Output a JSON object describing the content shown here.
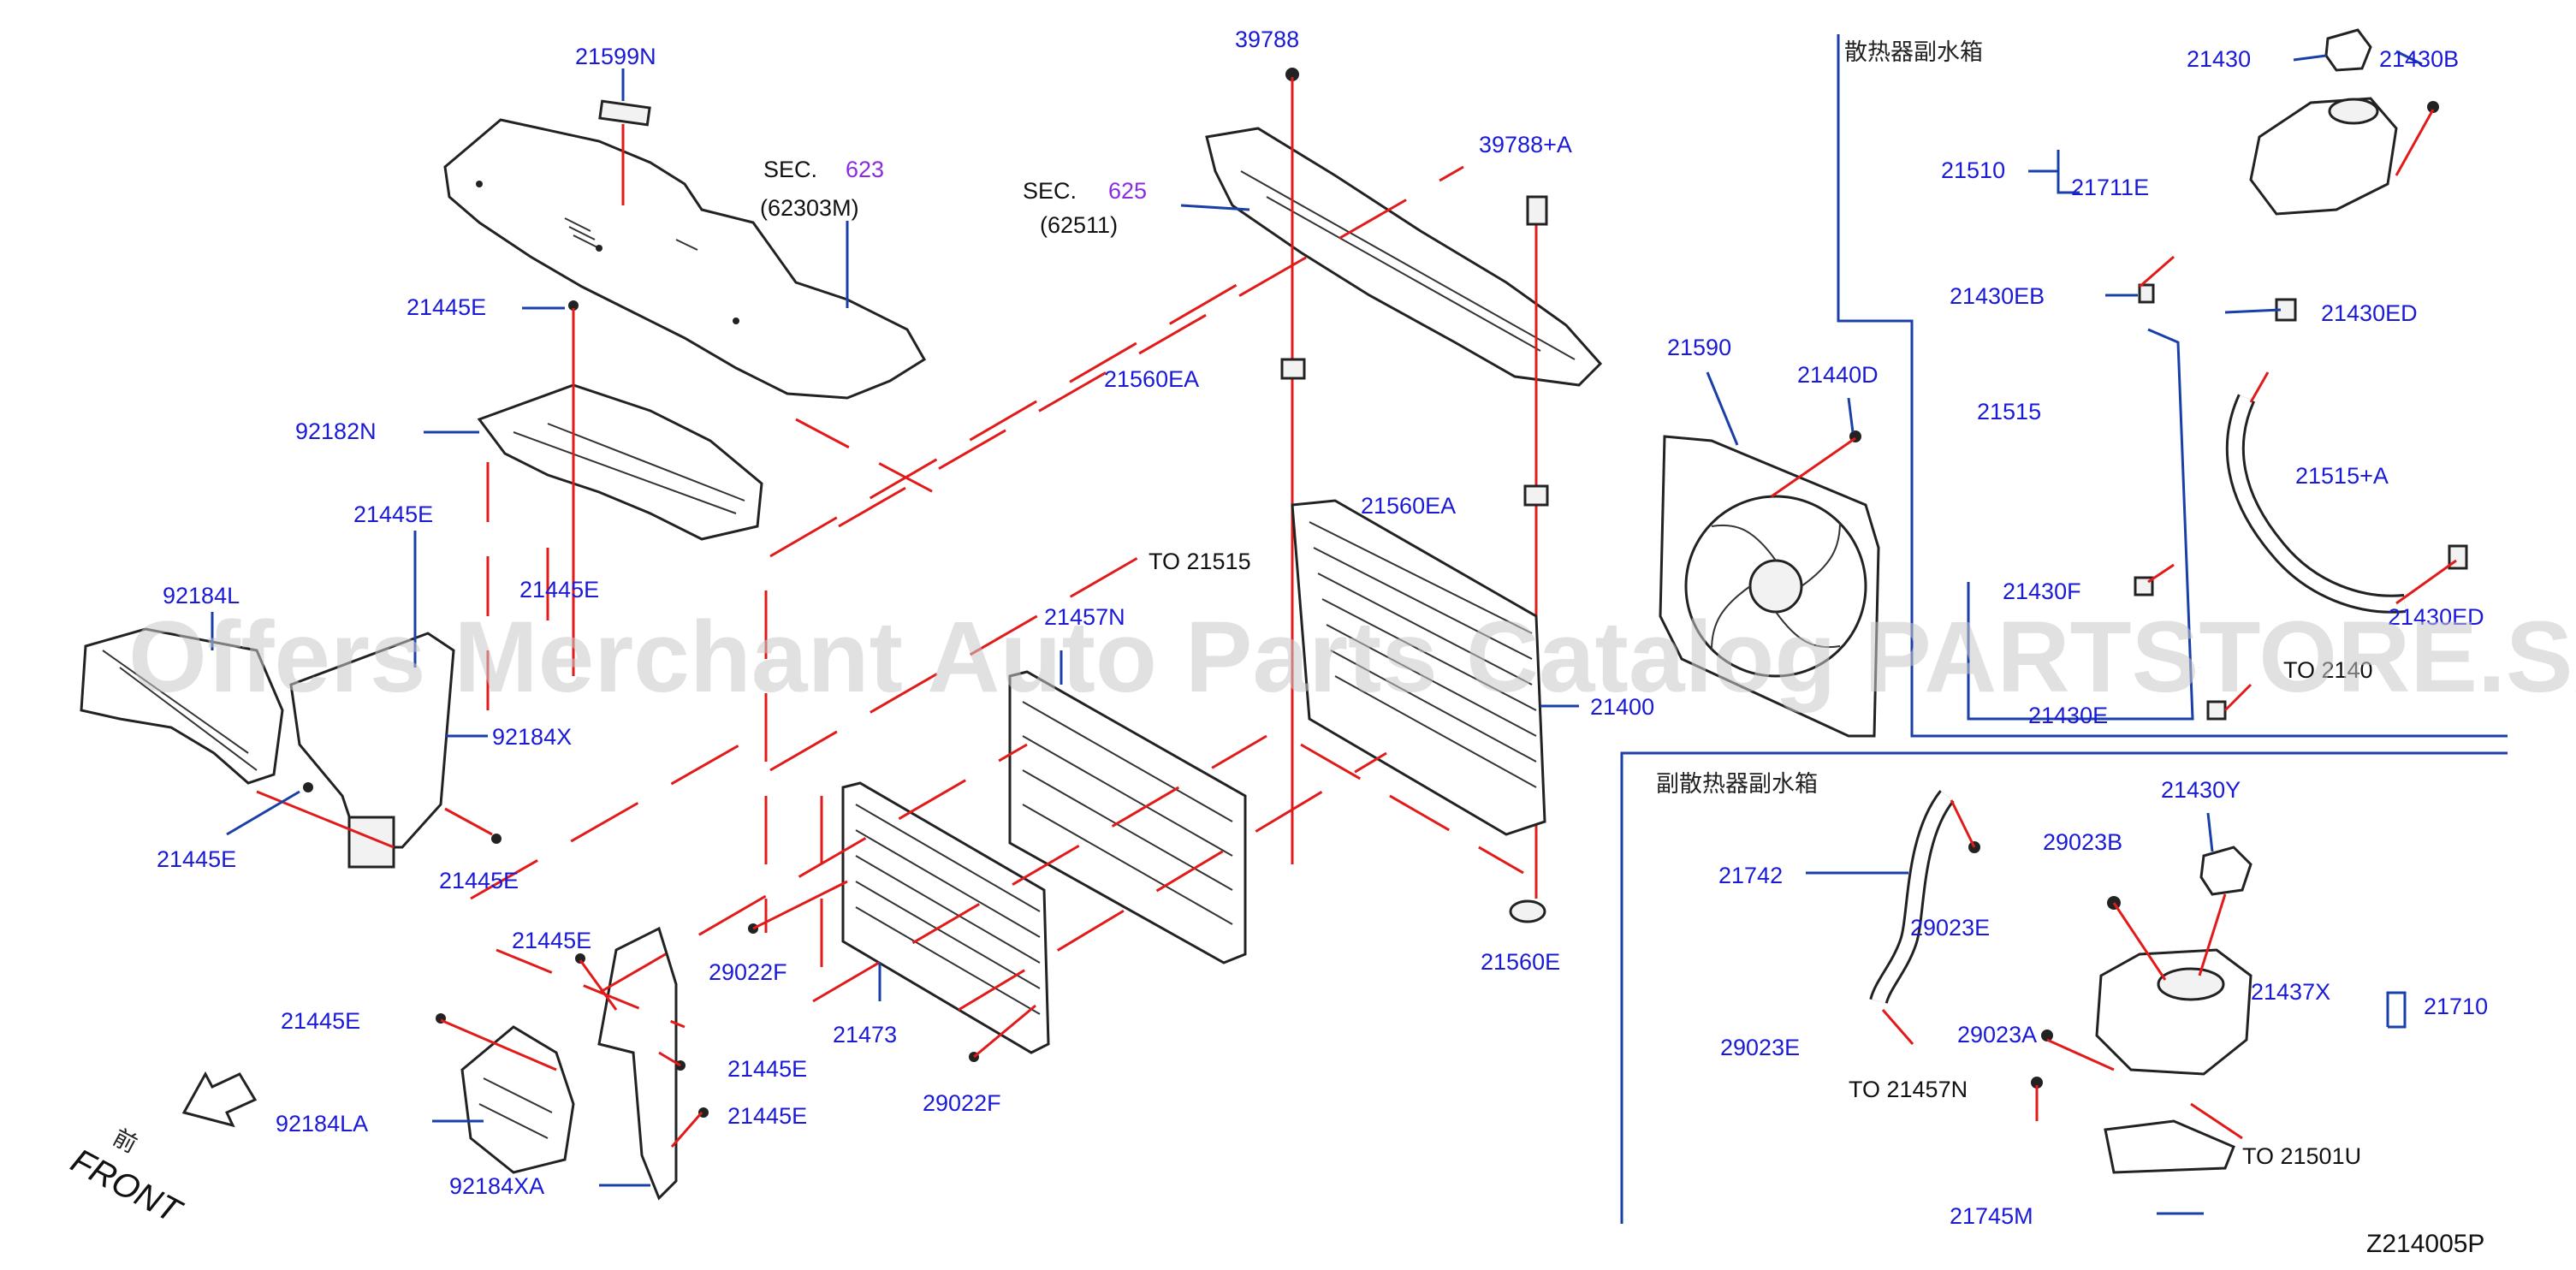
{
  "diagram": {
    "code": "Z214005P",
    "watermark": "Offers Merchant Auto Parts Catalog PARTSTORE.SA",
    "front_char": "前",
    "front_label": "FRONT",
    "sections": {
      "main_tank": "散热器副水箱",
      "sub_tank": "副散热器副水箱"
    },
    "sec_refs": [
      {
        "prefix": "SEC.",
        "number": "623",
        "sub": "(62303M)"
      },
      {
        "prefix": "SEC.",
        "number": "625",
        "sub": "(62511)"
      }
    ],
    "parts": {
      "p21599N": "21599N",
      "p21445E_a": "21445E",
      "p92182N": "92182N",
      "p21445E_b": "21445E",
      "p21445E_c": "21445E",
      "p92184L": "92184L",
      "p92184X": "92184X",
      "p21445E_d": "21445E",
      "p21445E_e": "21445E",
      "p21445E_f": "21445E",
      "p21445E_g": "21445E",
      "p92184LA": "92184LA",
      "p21445E_h": "21445E",
      "p21445E_i": "21445E",
      "p92184XA": "92184XA",
      "p39788": "39788",
      "p39788A": "39788+A",
      "p21560EA_a": "21560EA",
      "p21560EA_b": "21560EA",
      "p21457N": "21457N",
      "p21400": "21400",
      "p29022F_a": "29022F",
      "p21473": "21473",
      "p29022F_b": "29022F",
      "p21560E": "21560E",
      "p21590": "21590",
      "p21440D": "21440D",
      "p21430": "21430",
      "p21430B": "21430B",
      "p21510": "21510",
      "p21711E": "21711E",
      "p21430EB": "21430EB",
      "p21430ED_a": "21430ED",
      "p21515": "21515",
      "p21515A": "21515+A",
      "p21430F": "21430F",
      "p21430ED_b": "21430ED",
      "p21430E": "21430E",
      "p21742": "21742",
      "p29023B": "29023B",
      "p29023E_a": "29023E",
      "p21430Y": "21430Y",
      "p21437X": "21437X",
      "p21710": "21710",
      "p29023A": "29023A",
      "p29023E_b": "29023E",
      "p21745M": "21745M"
    },
    "to_refs": {
      "to_21515": "TO  21515",
      "to_21400": "TO  2140",
      "to_21457N": "TO  21457N",
      "to_21501U": "TO  21501U"
    }
  }
}
